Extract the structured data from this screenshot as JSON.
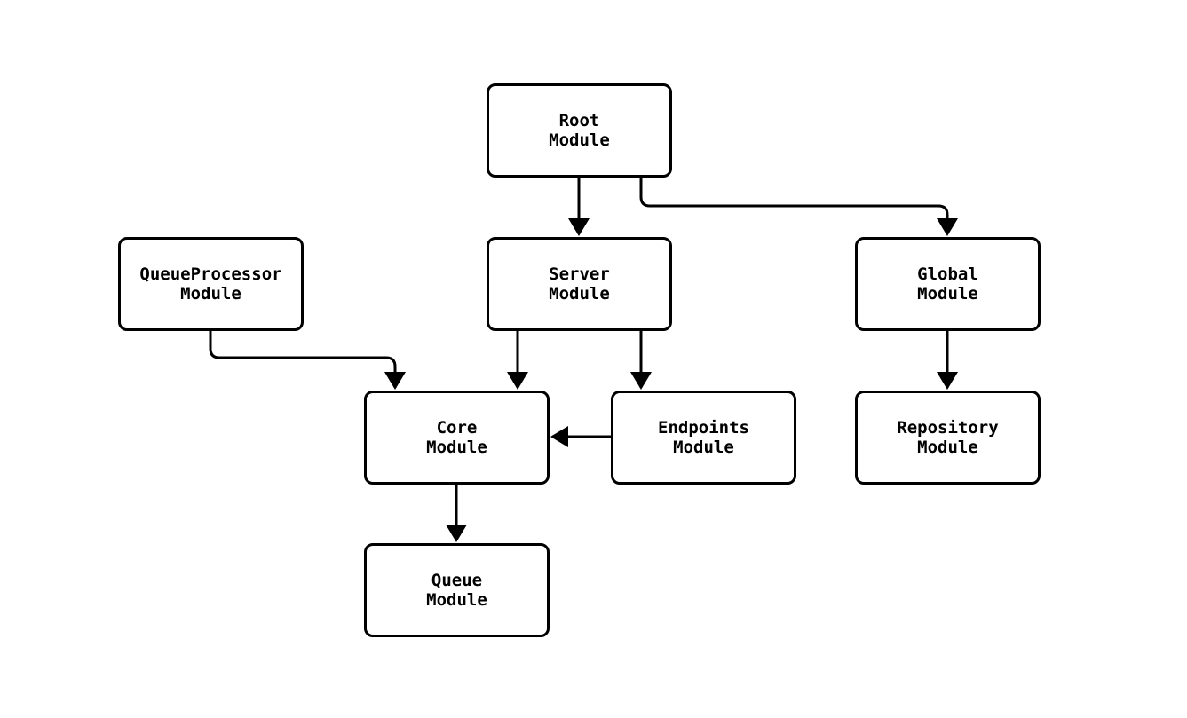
{
  "diagram": {
    "type": "flowchart",
    "background_color": "#ffffff",
    "node_fill_color": "#ffffff",
    "node_border_color": "#000000",
    "edge_color": "#000000",
    "text_color": "#000000",
    "nodes": [
      {
        "id": "root",
        "label": "Root\nModule"
      },
      {
        "id": "queue_processor",
        "label": "QueueProcessor\nModule"
      },
      {
        "id": "server",
        "label": "Server\nModule"
      },
      {
        "id": "global",
        "label": "Global\nModule"
      },
      {
        "id": "core",
        "label": "Core\nModule"
      },
      {
        "id": "endpoints",
        "label": "Endpoints\nModule"
      },
      {
        "id": "repository",
        "label": "Repository\nModule"
      },
      {
        "id": "queue",
        "label": "Queue\nModule"
      }
    ],
    "edges": [
      {
        "from": "root",
        "to": "server"
      },
      {
        "from": "root",
        "to": "global"
      },
      {
        "from": "queue_processor",
        "to": "core"
      },
      {
        "from": "server",
        "to": "core"
      },
      {
        "from": "server",
        "to": "endpoints"
      },
      {
        "from": "endpoints",
        "to": "core"
      },
      {
        "from": "global",
        "to": "repository"
      },
      {
        "from": "core",
        "to": "queue"
      }
    ]
  }
}
